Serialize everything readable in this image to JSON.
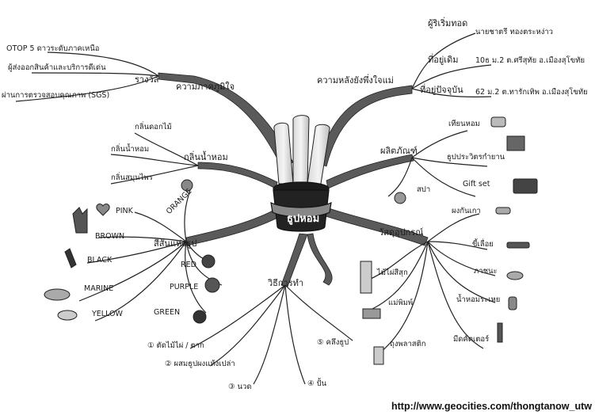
{
  "center": {
    "label": "ธูปหอม"
  },
  "branches": {
    "award": {
      "label": "ความภาคภูมิใจ",
      "sub_label": "รางวัล",
      "items": [
        "OTOP 5 ดาวระดับภาคเหนือ",
        "ผู้ส่งออกสินค้าและบริการดีเด่น",
        "ผ่านการตรวจสอบคุณภาพ (SGS)"
      ]
    },
    "origin": {
      "label": "ความหลังยังพึ่งใจแม่",
      "items": [
        {
          "label": "ผู้ริเริ่มทอด",
          "value": "นายชาตรี   ทองตระหง่าว"
        },
        {
          "label": "ที่อยู่เดิม",
          "value": "10ธ ม.2 ต.ศรีสุทัย อ.เมืองสุโขทัย"
        },
        {
          "label": "ที่อยู่ปัจจุบัน",
          "value": "62 ม.2 ต.ทารักเทิพ อ.เมืองสุโขทัย"
        }
      ]
    },
    "scent": {
      "label": "กลิ่นน้ำหอม",
      "items": [
        "กลิ่นดอกไม้",
        "กลิ่นน้ำหอม",
        "กลิ่นสมุนไพร"
      ]
    },
    "products": {
      "label": "ผลิตภัณฑ์",
      "items": [
        "เทียนหอม",
        "ธูปประวิตรกำยาน",
        "Gift set",
        "สปา"
      ]
    },
    "colors": {
      "label": "สีสันแห่งธูป",
      "items": [
        "PINK",
        "ORANGE",
        "BROWN",
        "BLACK",
        "RED",
        "MARINE",
        "PURPLE",
        "YELLOW",
        "GREEN"
      ]
    },
    "materials": {
      "label": "วัสดุอุปกรณ์",
      "items": [
        "ผงกันเกา",
        "ไม้ไผ่สีสุก",
        "ขี้เลื่อย",
        "ภาชนะ",
        "แม่พิมพ์",
        "น้ำหอมระเหย",
        "ถุงพลาสติก",
        "มีดคัตเตอร์"
      ]
    },
    "method": {
      "label": "วิธีการทำ",
      "items": [
        "① ตัดไม้ไผ่ / ตาก",
        "② ผสมธูปผงแห้งเปล่า",
        "③ นวด",
        "④ ปั้น",
        "⑤ คลึงธูป"
      ]
    }
  },
  "footer": {
    "url": "http://www.geocities.com/thongtanow_utw"
  }
}
